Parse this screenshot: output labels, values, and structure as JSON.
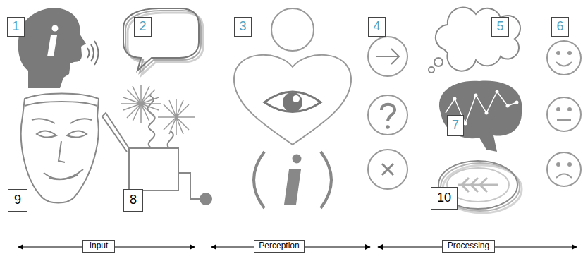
{
  "diagram": {
    "nodes": [
      {
        "text": [
          "1"
        ]
      },
      {
        "text": [
          "2"
        ]
      },
      {
        "text": [
          "3"
        ]
      },
      {
        "text": [
          "4"
        ]
      },
      {
        "text": [
          "5"
        ]
      },
      {
        "text": [
          "6"
        ]
      },
      {
        "text": [
          "7"
        ]
      },
      {
        "text": [
          "9"
        ]
      },
      {
        "text": [
          "8"
        ]
      },
      {
        "text": [
          "10"
        ]
      },
      {
        "text": [
          "Input"
        ]
      },
      {
        "text": [
          "Perception"
        ]
      },
      {
        "text": [
          "Processing"
        ]
      }
    ]
  }
}
